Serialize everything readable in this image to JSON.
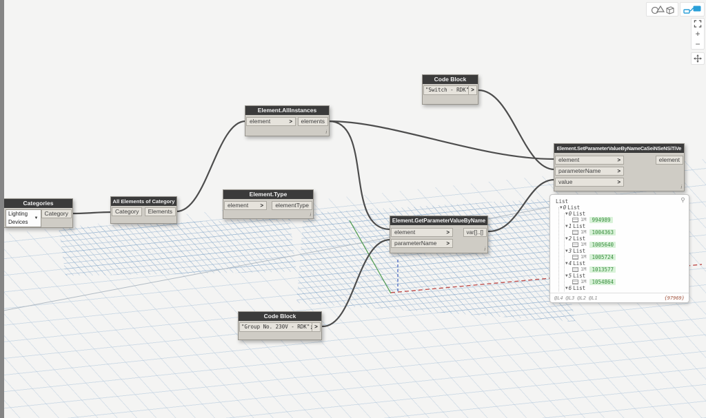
{
  "window": {
    "background": "#f4f4f3",
    "accent_blue": "#2a9fd8",
    "wire_color": "#4d4d4d"
  },
  "toolbar": {
    "view_toggle": {
      "geometry_icon": "geometry-preview-icon",
      "graph_icon": "node-graph-icon",
      "graph_active_color": "#2a9fd8"
    },
    "zoom_controls": {
      "fit_icon": "fit-view-icon",
      "zoom_in_label": "+",
      "zoom_out_label": "−",
      "pan_icon": "pan-arrows-icon"
    }
  },
  "nodes": {
    "categories": {
      "title": "Categories",
      "dropdown_value": "Lighting Devices",
      "output": "Category"
    },
    "all_elements_of_category": {
      "title": "All Elements of Category",
      "input": "Category",
      "output": "Elements"
    },
    "element_all_instances": {
      "title": "Element.AllInstances",
      "input": "element",
      "output": "elements",
      "info": "i"
    },
    "element_type": {
      "title": "Element.Type",
      "input": "element",
      "output": "elementType",
      "info": "i"
    },
    "code_block_switch": {
      "title": "Code Block",
      "code": "\"Switch - RDK\";",
      "output": ">"
    },
    "element_set_parameter": {
      "title": "Element.SetParameterValueByNameCaSeiNSeNSiTiVe",
      "inputs": [
        "element",
        "parameterName",
        "value"
      ],
      "output": "element",
      "info": "i"
    },
    "element_get_parameter": {
      "title": "Element.GetParameterValueByName",
      "inputs": [
        "element",
        "parameterName"
      ],
      "output": "var[]..[]",
      "info": "i"
    },
    "code_block_group": {
      "title": "Code Block",
      "code": "\"Group No. 230V - RDK\";",
      "output": ">"
    }
  },
  "preview_bubble": {
    "root": "List",
    "outer": {
      "index": "0",
      "label": "List"
    },
    "items": [
      {
        "index": "0",
        "label": "List",
        "badge": "1M",
        "value": "994989"
      },
      {
        "index": "1",
        "label": "List",
        "badge": "1M",
        "value": "1004363"
      },
      {
        "index": "2",
        "label": "List",
        "badge": "1M",
        "value": "1005640"
      },
      {
        "index": "3",
        "label": "List",
        "badge": "1M",
        "value": "1005724"
      },
      {
        "index": "4",
        "label": "List",
        "badge": "1M",
        "value": "1013577"
      },
      {
        "index": "5",
        "label": "List",
        "badge": "1M",
        "value": "1054864"
      },
      {
        "index": "6",
        "label": "List",
        "badge": "",
        "value": ""
      }
    ],
    "levels": [
      "@L4",
      "@L3",
      "@L2",
      "@L1"
    ],
    "count": "{97969}",
    "value_bg": "#d9f2d9",
    "value_color": "#3a8f3f"
  }
}
